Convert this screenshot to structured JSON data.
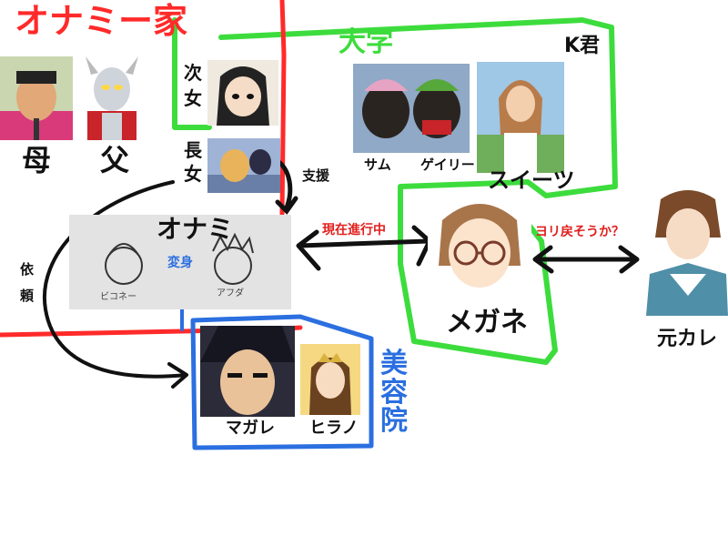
{
  "groups": {
    "family": {
      "label": "オナミー家",
      "color": "#ff2a2a"
    },
    "university": {
      "label": "大学",
      "color": "#3ddc3d"
    },
    "salon": {
      "label": "美容院",
      "color": "#2b6fe0"
    }
  },
  "people": {
    "mother": "母",
    "father": "父",
    "second_daughter": "次女",
    "eldest_daughter": "長女",
    "onami": "オナミ",
    "megane": "メガネ",
    "ex_boyfriend": "元カレ",
    "pugs": [
      "サム",
      "ゲイリー"
    ],
    "sweets": "スイーツ",
    "k_kun": "K君",
    "magare": "マガレ",
    "hirano": "ヒラノ"
  },
  "drawing_labels": [
    "ビコネー",
    "アフダ"
  ],
  "relations": {
    "support": "支援",
    "current": "現在進行中",
    "maybe_back": "ヨリ戻そうか？",
    "henshin": "変身",
    "request": "依頼"
  },
  "colors": {
    "red_text": "#e0201e",
    "blue_text": "#2b6fe0",
    "black": "#111111"
  }
}
